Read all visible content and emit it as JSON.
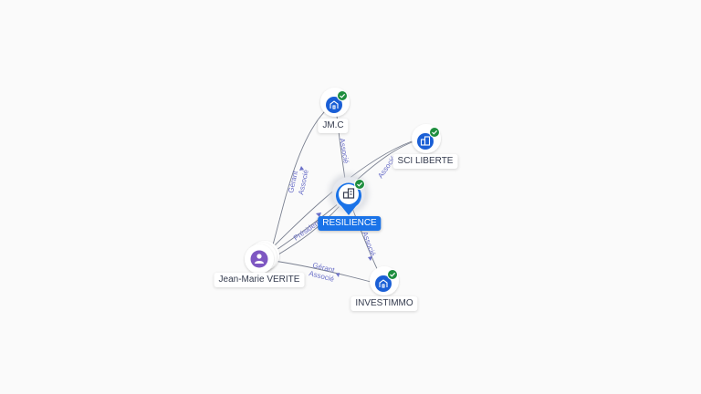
{
  "colors": {
    "company": "#1a5fd6",
    "person": "#7e57c2",
    "verified": "#1e8e3e",
    "edge": "#7a8090",
    "edge_label": "#6a6fc8",
    "main_label_bg": "#1a73e8"
  },
  "icons": {
    "company": "building-icon",
    "person": "person-icon",
    "verified": "check-badge-icon",
    "main": "building-icon"
  },
  "nodes": {
    "resilience": {
      "label": "RESILIENCE"
    },
    "jmc": {
      "label": "JM.C"
    },
    "sci_liberte": {
      "label": "SCI LIBERTE"
    },
    "investimmo": {
      "label": "INVESTIMMO"
    },
    "jean_marie": {
      "label": "Jean-Marie VERITE"
    }
  },
  "edges": {
    "e1": {
      "label": "Associé"
    },
    "e2": {
      "label": "Associé"
    },
    "e3": {
      "label": "Associé"
    },
    "e4a": {
      "label": "Gérant"
    },
    "e4b": {
      "label": "Associé"
    },
    "e5": {
      "label": "Président"
    },
    "e6a": {
      "label": "Gérant"
    },
    "e6b": {
      "label": "Associé"
    }
  }
}
